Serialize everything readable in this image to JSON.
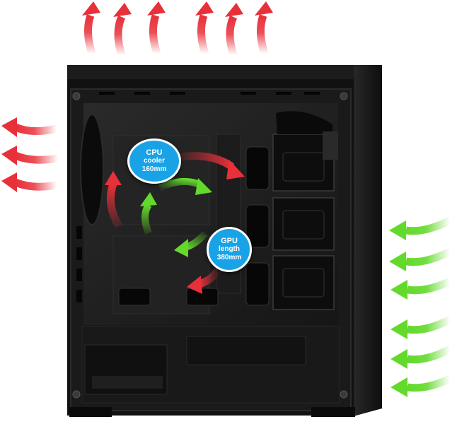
{
  "labels": {
    "cpu": {
      "line1": "CPU",
      "line2": "cooler",
      "line3": "160mm"
    },
    "gpu": {
      "line1": "GPU",
      "line2": "length",
      "line3": "380mm"
    }
  },
  "colors": {
    "case_body": "#141414",
    "case_panel": "#1e1e1e",
    "badge": "#19a3e6",
    "exhaust_arrow": "#e8303a",
    "intake_arrow": "#63d92b"
  },
  "icons": {
    "exhaust": "red-curved-arrow-icon",
    "intake": "green-curved-arrow-icon"
  }
}
